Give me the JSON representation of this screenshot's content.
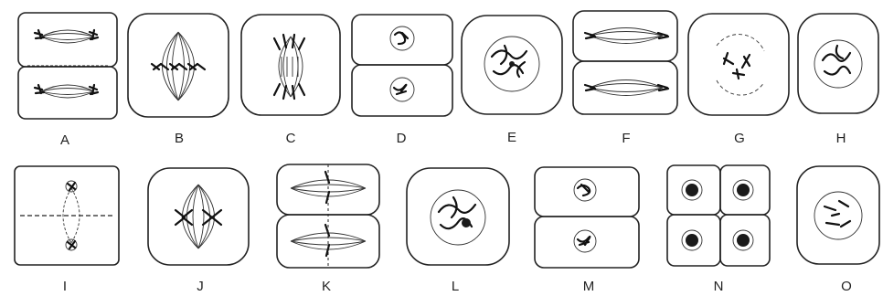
{
  "figure": {
    "labels": [
      "A",
      "B",
      "C",
      "D",
      "E",
      "F",
      "G",
      "H",
      "I",
      "J",
      "K",
      "L",
      "M",
      "N",
      "O"
    ]
  }
}
